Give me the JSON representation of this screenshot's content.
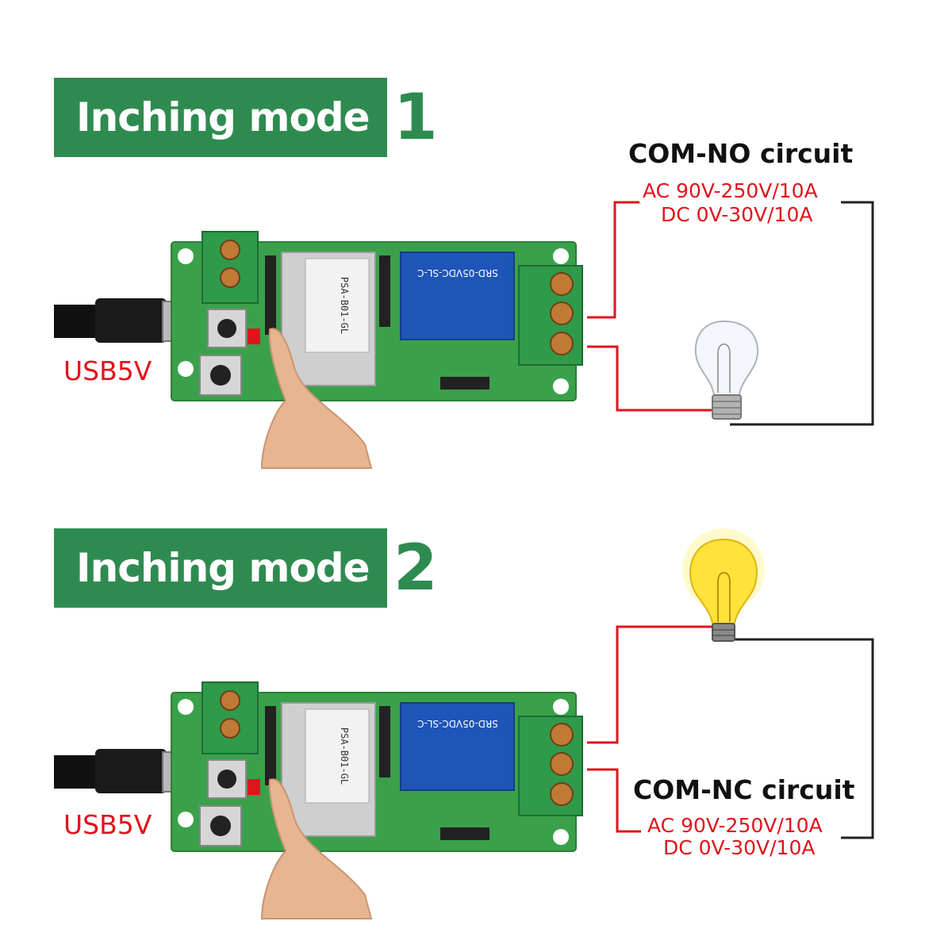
{
  "panels": [
    {
      "mode_label": "Inching mode",
      "mode_number": "1",
      "circuit_title": "COM-NO circuit",
      "rating_ac": "AC 90V-250V/10A",
      "rating_dc": "DC 0V-30V/10A",
      "usb_label": "USB5V",
      "bulb_state": "off",
      "module_text": "PSA-B01-GL",
      "relay_text": "SRD-05VDC-SL-C"
    },
    {
      "mode_label": "Inching mode",
      "mode_number": "2",
      "circuit_title": "COM-NC circuit",
      "rating_ac": "AC 90V-250V/10A",
      "rating_dc": "DC 0V-30V/10A",
      "usb_label": "USB5V",
      "bulb_state": "on",
      "module_text": "PSA-B01-GL",
      "relay_text": "SRD-05VDC-SL-C"
    }
  ],
  "colors": {
    "banner_green": "#2e8b4f",
    "pcb_green": "#3aa14a",
    "terminal_green": "#2f9a4a",
    "relay_blue": "#1f55b8",
    "wire_red": "#e0141c",
    "wire_black": "#222222",
    "bulb_glow": "#ffe23a"
  }
}
